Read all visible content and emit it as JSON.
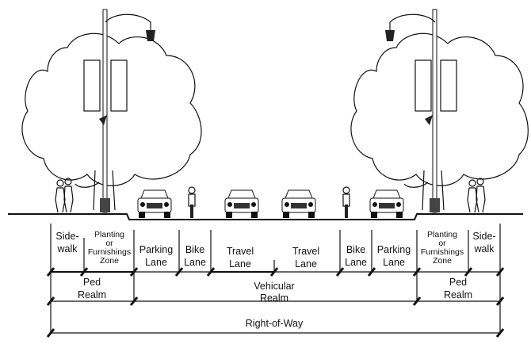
{
  "segments": {
    "sidewalk_left": [
      "Side-",
      "walk"
    ],
    "planting_left": [
      "Planting",
      "or",
      "Furnishings",
      "Zone"
    ],
    "parking_left": [
      "Parking",
      "Lane"
    ],
    "bike_left": [
      "Bike",
      "Lane"
    ],
    "travel_left": [
      "Travel",
      "Lane"
    ],
    "travel_right": [
      "Travel",
      "Lane"
    ],
    "bike_right": [
      "Bike",
      "Lane"
    ],
    "parking_right": [
      "Parking",
      "Lane"
    ],
    "planting_right": [
      "Planting",
      "or",
      "Furnishings",
      "Zone"
    ],
    "sidewalk_right": [
      "Side-",
      "walk"
    ]
  },
  "realms": {
    "ped_left": [
      "Ped",
      "Realm"
    ],
    "vehicular": [
      "Vehicular",
      "Realm"
    ],
    "ped_right": [
      "Ped",
      "Realm"
    ]
  },
  "right_of_way": "Right-of-Way"
}
